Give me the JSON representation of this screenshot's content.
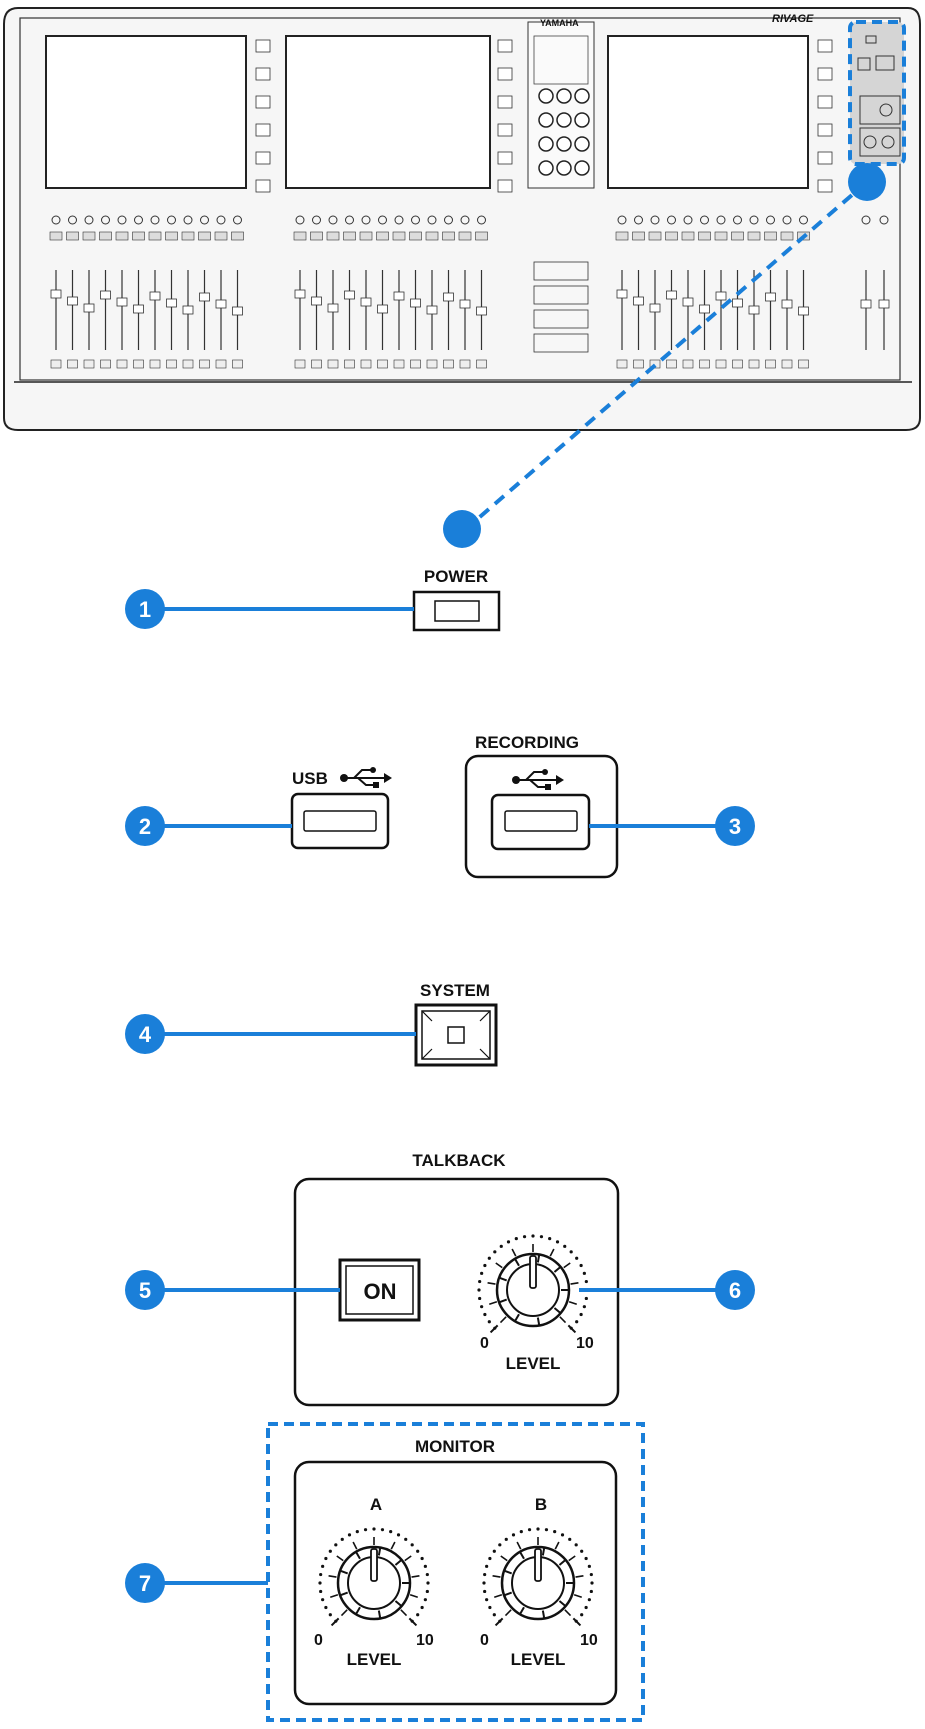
{
  "console": {
    "brand": "YAMAHA",
    "model": "RIVAGE"
  },
  "sections": {
    "power": "POWER",
    "usb": "USB",
    "recording": "RECORDING",
    "system": "SYSTEM",
    "talkback": "TALKBACK",
    "talkback_on": "ON",
    "monitor": "MONITOR",
    "monitor_a": "A",
    "monitor_b": "B",
    "level": "LEVEL",
    "scale_min": "0",
    "scale_max": "10"
  },
  "callouts": [
    "1",
    "2",
    "3",
    "4",
    "5",
    "6",
    "7"
  ],
  "colors": {
    "accent": "#1a7fd9",
    "accent_dark": "#1565c0",
    "console_fill": "#f3f3f3",
    "panel_highlight": "#d5d5d5"
  }
}
